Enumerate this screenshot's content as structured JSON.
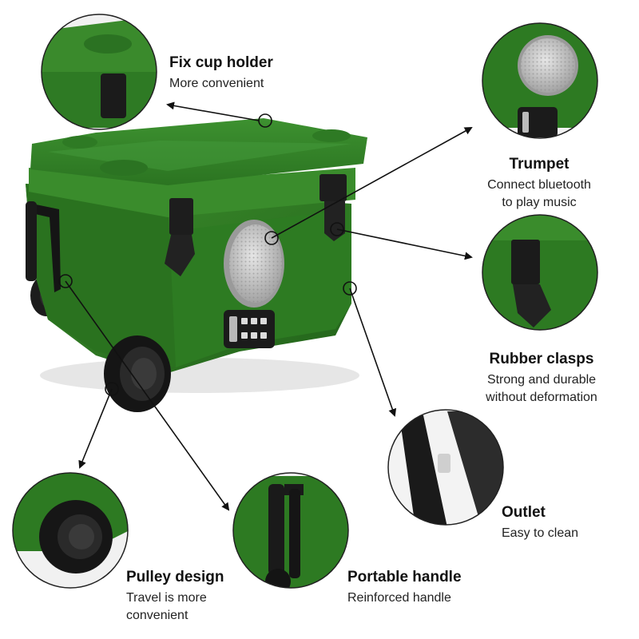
{
  "features": {
    "cup_holder": {
      "title": "Fix cup holder",
      "desc": "More convenient"
    },
    "trumpet": {
      "title": "Trumpet",
      "desc_line1": "Connect bluetooth",
      "desc_line2": "to play music"
    },
    "rubber_clasps": {
      "title": "Rubber clasps",
      "desc_line1": "Strong and durable",
      "desc_line2": "without deformation"
    },
    "outlet": {
      "title": "Outlet",
      "desc": "Easy to clean"
    },
    "pulley": {
      "title": "Pulley design",
      "desc_line1": "Travel is more",
      "desc_line2": "convenient"
    },
    "handle": {
      "title": "Portable handle",
      "desc": "Reinforced handle"
    }
  },
  "colors": {
    "cooler_green": "#2f7a22",
    "cooler_green_dark": "#1f5a16",
    "cooler_green_light": "#3f9330",
    "rubber_black": "#1b1b1b",
    "speaker_grey": "#b9b9b9",
    "callout_line": "#111111"
  }
}
